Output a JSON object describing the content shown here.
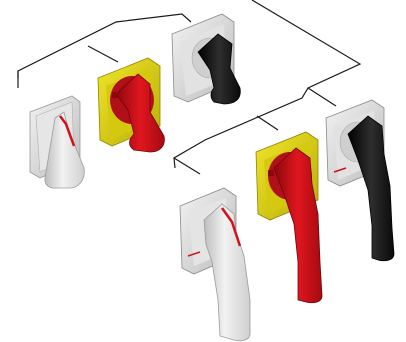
{
  "colors": {
    "background": "#ffffff",
    "line": "#1a1a1a",
    "white_handle": "#e9e9e9",
    "white_shadow": "#b9b9b9",
    "red_handle": "#d0121b",
    "red_dark": "#8c070c",
    "yellow_plate": "#e3d81a",
    "yellow_dark": "#a89d05",
    "black_handle": "#141414",
    "grey_plate": "#dcdcdc"
  },
  "products": [
    {
      "name": "short-white-handle",
      "plate": "grey",
      "handle": "white",
      "style": "short"
    },
    {
      "name": "short-red-handle-yellow-plate",
      "plate": "yellow",
      "handle": "red",
      "style": "short"
    },
    {
      "name": "short-black-handle",
      "plate": "grey",
      "handle": "black",
      "style": "short"
    },
    {
      "name": "long-white-handle",
      "plate": "grey",
      "handle": "white",
      "style": "long"
    },
    {
      "name": "long-red-handle-yellow-plate",
      "plate": "yellow",
      "handle": "red",
      "style": "long"
    },
    {
      "name": "long-black-handle",
      "plate": "grey",
      "handle": "black",
      "style": "long"
    }
  ]
}
